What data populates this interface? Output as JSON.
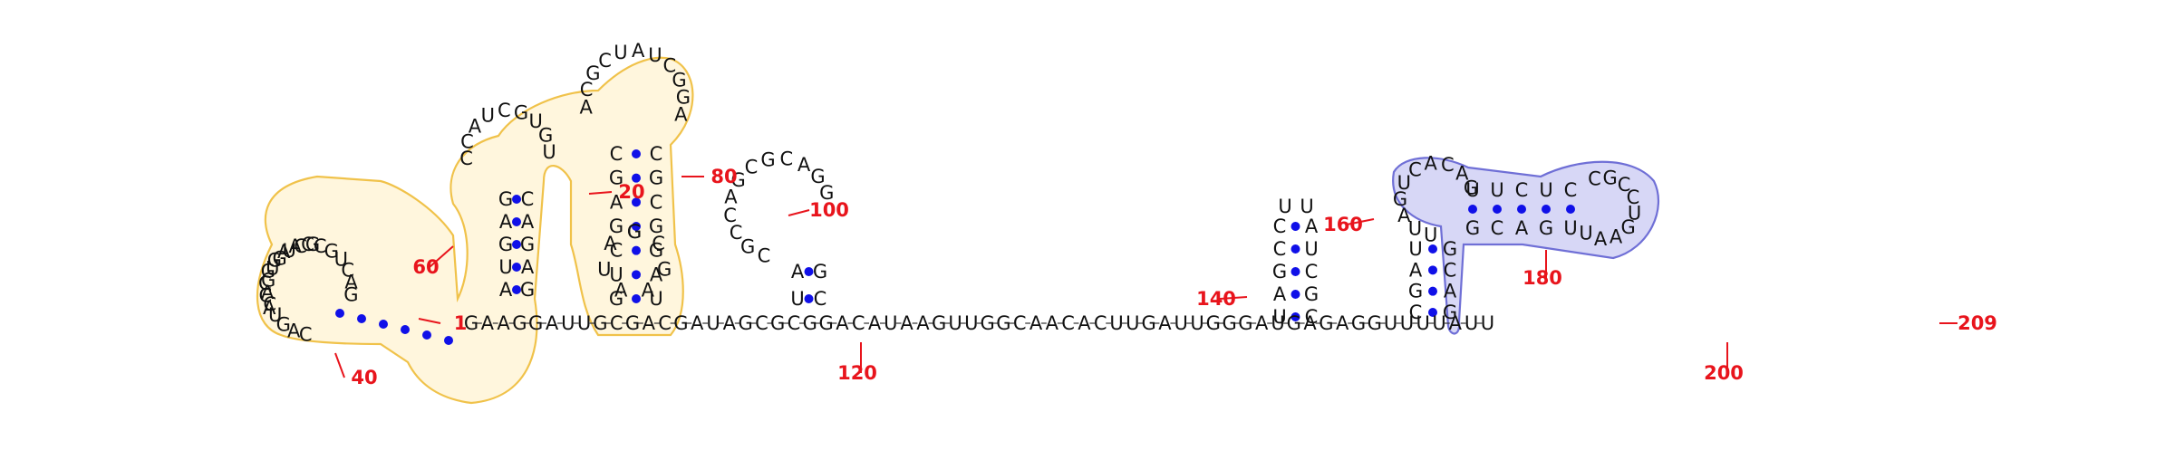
{
  "diagram": {
    "type": "rna-secondary-structure",
    "sequence": "CAGUCAGUGUCGGACUGCCAAGGCCAGAGUACAGAGCGAGCUGCGCGGAUCCAUCGUGUACGCUAUCGGAGCGAAUAGCGCCAGCGCAGGAUGCCCGAUAUCGCUAGCGCAGUUAGUCACAGUGUCCAUGCUCGCCUGAAUGUGCUCAGAUGUUCCGAGGCUUCAUGCAAACAUGGAUGCGAAUGGGAUGAGAGGUUUUAUUACUGAU",
    "stem_trace": "GAAGGAUUGCGACGAUAGCGCGGACAUAAGUUGGCAACACUUGAUUGGGAUGAGAGGUUUUAUU",
    "position_labels": [
      "1",
      "20",
      "40",
      "60",
      "80",
      "100",
      "120",
      "140",
      "160",
      "180",
      "200",
      "209"
    ],
    "colors": {
      "highlight_domain_1": "#f0c24a",
      "highlight_domain_2": "#6f6fd6",
      "base_pair_dot": "#1010e8",
      "position_label": "#e8141c",
      "nucleotide": "#111111"
    }
  }
}
